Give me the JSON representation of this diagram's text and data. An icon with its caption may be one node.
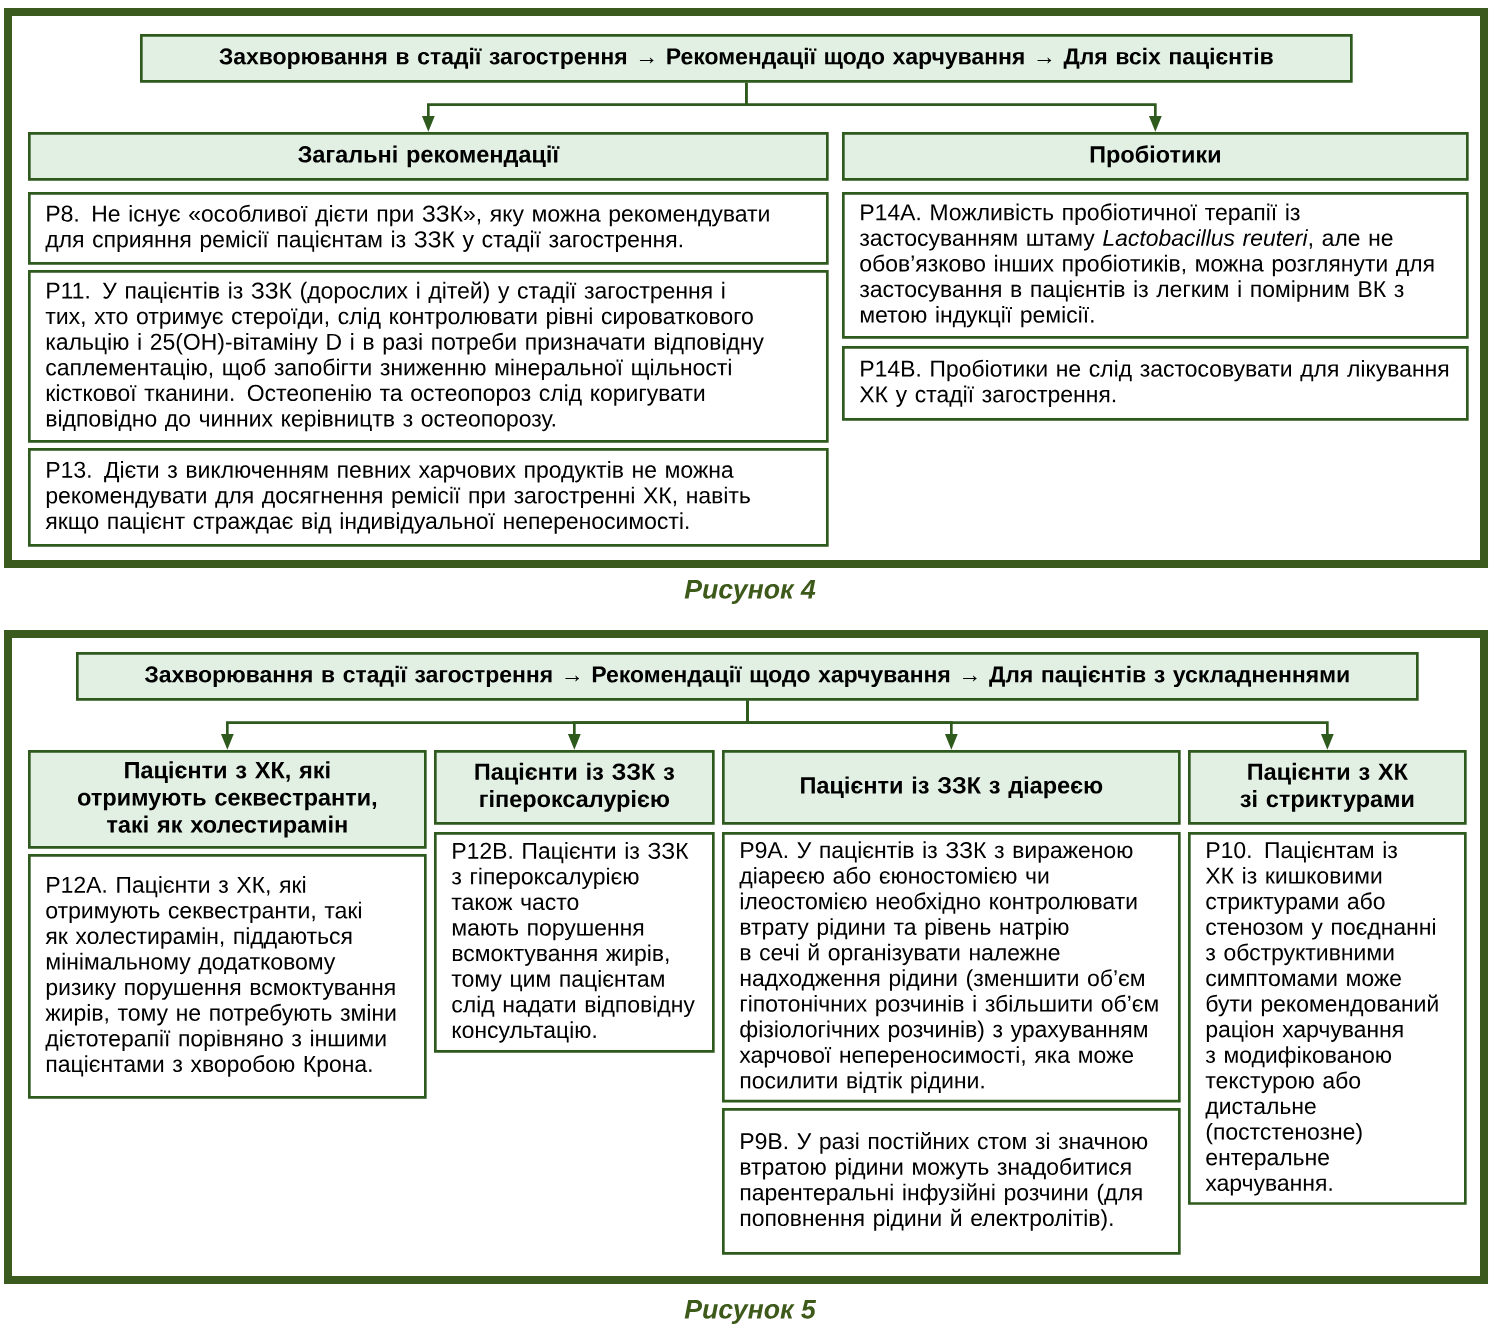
{
  "diagram": {
    "nodes": [
      {
        "text": [
          "Захворювання в стадії загострення → Рекомендації щодо харчування → Для всіх пацієнтів"
        ]
      },
      {
        "text": [
          "Загальні рекомендації"
        ]
      },
      {
        "text": [
          "P8. Не існує «особливої дієти при ЗЗК», яку можна рекомендувати для сприяння ремісії пацієнтам із ЗЗК у стадії загострення."
        ]
      },
      {
        "text": [
          "P11. У пацієнтів із ЗЗК (дорослих і дітей) у стадії загострення і тих, хто отримує стероїди, слід контролювати рівні сироваткового кальцію і 25(OH)-вітаміну D і в разі потреби призначати відповідну саплементацію, щоб запобігти зниженню мінеральної щільності кісткової тканини. Остеопенію та остеопороз слід коригувати відповідно до чинних керівництв з остеопорозу."
        ]
      },
      {
        "text": [
          "P13. Дієти з виключенням певних харчових продуктів не можна рекомендувати для досягнення ремісії при загостренні ХК, навіть якщо пацієнт страждає від індивідуальної непереносимості."
        ]
      },
      {
        "text": [
          "Пробіотики"
        ]
      },
      {
        "text": [
          "P14A. Можливість пробіотичної терапії із застосуванням штаму *Lactobacillus reuteri*, але не обов’язково інших пробіотиків, можна розглянути для застосування в пацієнтів із легким і помірним ВК з метою індукції ремісії."
        ]
      },
      {
        "text": [
          "P14B. Пробіотики не слід застосовувати для лікування ХК у стадії загострення."
        ]
      },
      {
        "text": [
          "Захворювання в стадії загострення → Рекомендації щодо харчування → Для пацієнтів з ускладненнями"
        ]
      },
      {
        "text": [
          "Пацієнти з ХК, які отримують секвестранти, такі як холестирамін"
        ]
      },
      {
        "text": [
          "P12A. Пацієнти з ХК, які отримують секвестранти, такі як холестирамін, піддаються мінімальному додатковому ризику порушення всмоктування жирів, тому не потребують зміни дієтотерапії порівняно з іншими пацієнтами з хворобою Крона."
        ]
      },
      {
        "text": [
          "Пацієнти із ЗЗК з гіпероксалурією"
        ]
      },
      {
        "text": [
          "P12B. Пацієнти із ЗЗК з гіпероксалурією також часто мають порушення всмоктування жирів, тому цим пацієнтам слід надати відповідну консультацію."
        ]
      },
      {
        "text": [
          "Пацієнти із ЗЗК з діареєю"
        ]
      },
      {
        "text": [
          "P9A. У пацієнтів із ЗЗК з вираженою діареєю або єюностомією чи ілеостомією необхідно контролювати втрату рідини та рівень натрію в сечі й організувати належне надходження рідини (зменшити об’єм гіпотонічних розчинів і збільшити об’єм фізіологічних розчинів) з урахуванням харчової непереносимості, яка може посилити відтік рідини."
        ]
      },
      {
        "text": [
          "P9B. У разі постійних стом зі значною втратою рідини можуть знадобитися парентеральні інфузійні розчини (для поповнення рідини й електролітів)."
        ]
      },
      {
        "text": [
          "Пацієнти з ХК зі стриктурами"
        ]
      },
      {
        "text": [
          "P10. Пацієнтам із ХК із кишковими стриктурами або стенозом у поєднанні з обструктивними симптомами може бути рекомендований раціон харчування з модифікованою текстурою або дистальне (постстенозне) ентеральне харчування."
        ]
      }
    ],
    "edges": [
      {
        "from": 0,
        "to": 1,
        "arrow": "to"
      },
      {
        "from": 0,
        "to": 5,
        "arrow": "to"
      },
      {
        "from": 8,
        "to": 9,
        "arrow": "to"
      },
      {
        "from": 8,
        "to": 11,
        "arrow": "to"
      },
      {
        "from": 8,
        "to": 13,
        "arrow": "to"
      },
      {
        "from": 8,
        "to": 16,
        "arrow": "to"
      }
    ],
    "labels": [
      "Рисунок 4",
      "Рисунок 5"
    ]
  }
}
